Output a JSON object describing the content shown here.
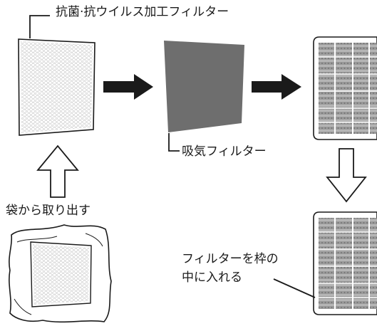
{
  "labels": {
    "antibacterial_filter": "抗菌·抗ウイルス加工フィルター",
    "adsorption_filter": "吸気フィルター",
    "remove_from_bag": "袋から取り出す",
    "insert_line1": "フィルターを枠の",
    "insert_line2": "中に入れる"
  },
  "colors": {
    "filter_dark": "#6e6e6e",
    "stroke": "#1a1a1a",
    "mesh": "#c9c9c9",
    "grille": "#8a8a8a"
  }
}
